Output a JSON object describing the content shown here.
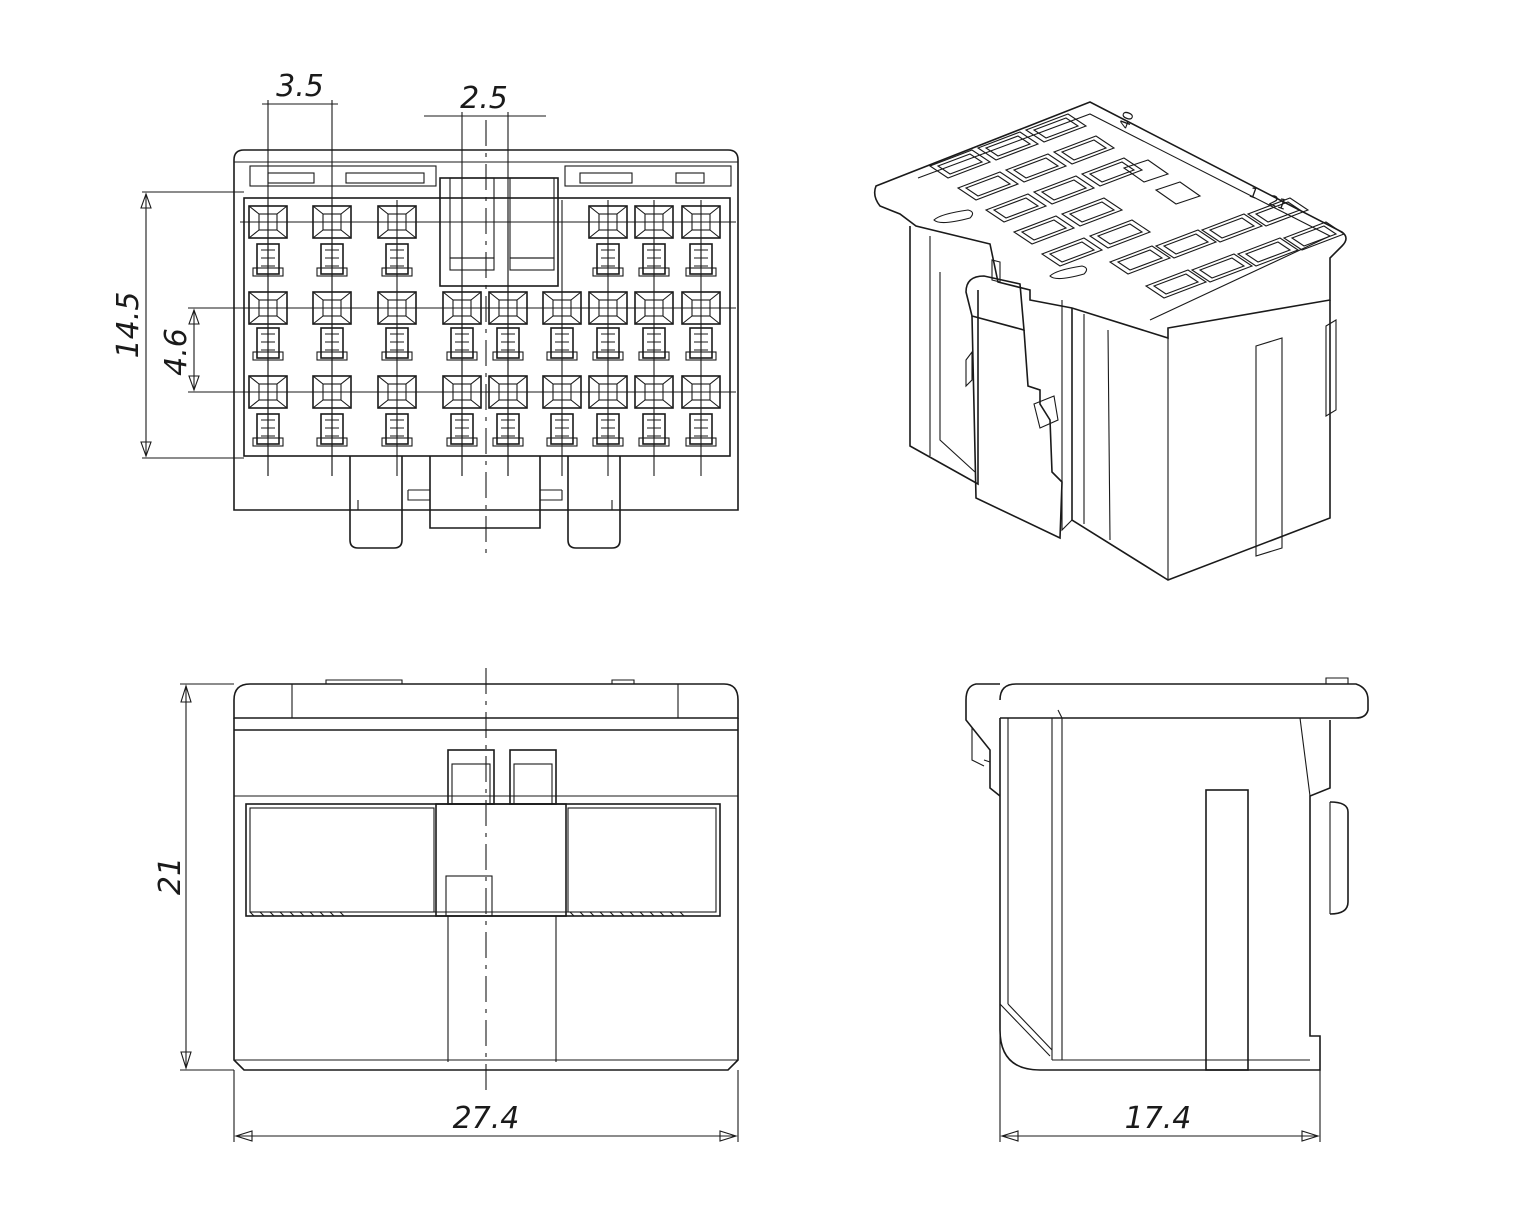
{
  "dimensions": {
    "pitch_horizontal": "3.5",
    "pitch_center": "2.5",
    "height_face": "14.5",
    "pitch_vertical": "4.6",
    "height_side": "21",
    "width_front": "27.4",
    "depth_side": "17.4"
  },
  "iso_marks": {
    "pin_last": "40",
    "pin_first": "1",
    "pin_mid": "21"
  },
  "colors": {
    "line": "#1a1a1a",
    "paper": "#ffffff"
  }
}
